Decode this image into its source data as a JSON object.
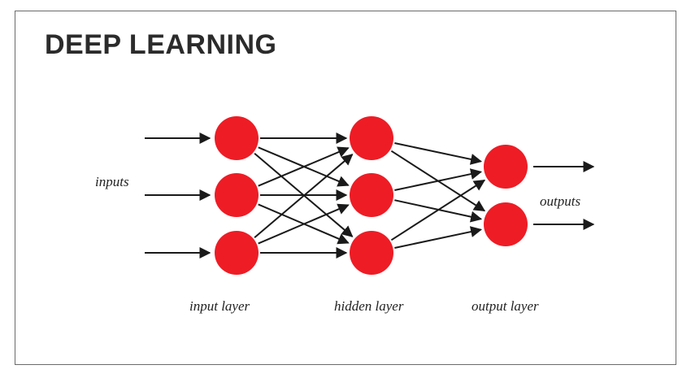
{
  "title": "DEEP LEARNING",
  "labels": {
    "inputs": "inputs",
    "outputs": "outputs",
    "input_layer": "input layer",
    "hidden_layer": "hidden layer",
    "output_layer": "output layer"
  },
  "colors": {
    "node": "#ee1c25",
    "edge": "#1a1a1a",
    "text": "#222222",
    "frame": "#6b6b6b"
  },
  "network": {
    "layers": [
      {
        "name": "input layer",
        "nodes": 3
      },
      {
        "name": "hidden layer",
        "nodes": 3
      },
      {
        "name": "output layer",
        "nodes": 2
      }
    ],
    "fully_connected": true,
    "input_arrows": 3,
    "output_arrows": 2
  }
}
